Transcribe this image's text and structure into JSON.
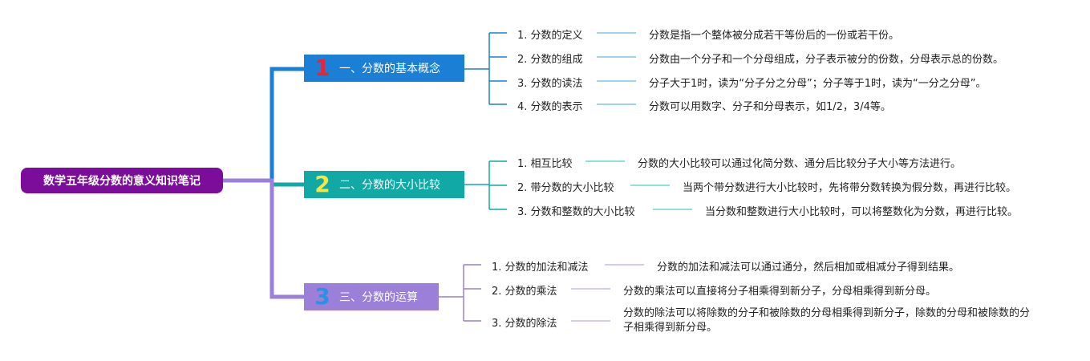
{
  "root": {
    "title": "数学五年级分数的意义知识笔记"
  },
  "branches": [
    {
      "num": "1",
      "title": "一、分数的基本概念",
      "items": [
        {
          "label": "1. 分数的定义",
          "desc": "分数是指一个整体被分成若干等份后的一份或若干份。"
        },
        {
          "label": "2. 分数的组成",
          "desc": "分数由一个分子和一个分母组成，分子表示被分的份数，分母表示总的份数。"
        },
        {
          "label": "3. 分数的读法",
          "desc": "分子大于1时，读为“分子分之分母”；分子等于1时，读为“一分之分母”。"
        },
        {
          "label": "4. 分数的表示",
          "desc": "分数可以用数字、分子和分母表示，如1/2，3/4等。"
        }
      ]
    },
    {
      "num": "2",
      "title": "二、分数的大小比较",
      "items": [
        {
          "label": "1. 相互比较",
          "desc": "分数的大小比较可以通过化简分数、通分后比较分子大小等方法进行。"
        },
        {
          "label": "2. 带分数的大小比较",
          "desc": "当两个带分数进行大小比较时，先将带分数转换为假分数，再进行比较。"
        },
        {
          "label": "3. 分数和整数的大小比较",
          "desc": "当分数和整数进行大小比较时，可以将整数化为分数，再进行比较。"
        }
      ]
    },
    {
      "num": "3",
      "title": "三、分数的运算",
      "items": [
        {
          "label": "1. 分数的加法和减法",
          "desc": "分数的加法和减法可以通过通分，然后相加或相减分子得到结果。"
        },
        {
          "label": "2. 分数的乘法",
          "desc": "分数的乘法可以直接将分子相乘得到新分子，分母相乘得到新分母。"
        },
        {
          "label": "3. 分数的除法",
          "desc": "分数的除法可以将除数的分子和被除数的分母相乘得到新分子，除数的分母和被除数的分子相乘得到新分母。"
        }
      ]
    }
  ],
  "colors": {
    "root": "#7b0d9a",
    "branch1": "#1b7fd6",
    "branch2": "#10a9a5",
    "branch3": "#9b7fd8",
    "line1": "#1b7fd6",
    "line2": "#10a9a5",
    "line3": "#9b7fd8",
    "leafline1": "#7ec6e8",
    "leafline2": "#6fd6d2",
    "leafline3": "#c8b8ea"
  }
}
